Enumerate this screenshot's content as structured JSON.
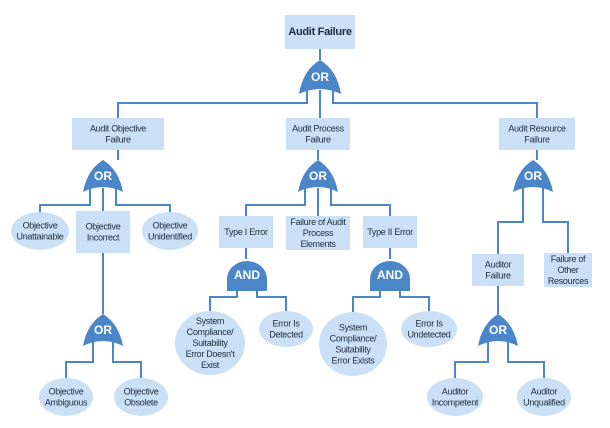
{
  "diagram": {
    "type": "fault-tree",
    "colors": {
      "box_fill": "#c9e0f7",
      "gate_fill": "#4a86c8",
      "wire": "#4a86c8",
      "text": "#1e2b3a"
    },
    "nodes": [
      {
        "id": "audit-failure",
        "kind": "box",
        "lines": [
          "Audit Failure"
        ],
        "title": true
      },
      {
        "id": "audit-objective-failure",
        "kind": "box",
        "lines": [
          "Audit Objective",
          "Failure"
        ]
      },
      {
        "id": "audit-process-failure",
        "kind": "box",
        "lines": [
          "Audit Process",
          "Failure"
        ]
      },
      {
        "id": "audit-resource-failure",
        "kind": "box",
        "lines": [
          "Audit Resource",
          "Failure"
        ]
      },
      {
        "id": "objective-unattainable",
        "kind": "ellipse",
        "lines": [
          "Objective",
          "Unattainable"
        ]
      },
      {
        "id": "objective-incorrect",
        "kind": "box",
        "lines": [
          "Objective",
          "Incorrect"
        ]
      },
      {
        "id": "objective-unidentified",
        "kind": "ellipse",
        "lines": [
          "Objective",
          "Unidentified"
        ]
      },
      {
        "id": "objective-ambiguous",
        "kind": "ellipse",
        "lines": [
          "Objective",
          "Ambiguous"
        ]
      },
      {
        "id": "objective-obsolete",
        "kind": "ellipse",
        "lines": [
          "Objective",
          "Obsolete"
        ]
      },
      {
        "id": "type-i-error",
        "kind": "box",
        "lines": [
          "Type I Error"
        ]
      },
      {
        "id": "failure-of-audit-process-elements",
        "kind": "box",
        "lines": [
          "Failure of Audit",
          "Process",
          "Elements"
        ]
      },
      {
        "id": "type-ii-error",
        "kind": "box",
        "lines": [
          "Type II Error"
        ]
      },
      {
        "id": "system-error-doesnt-exist",
        "kind": "ellipse",
        "lines": [
          "System",
          "Compliance/",
          "Suitability",
          "Error Doesn't",
          "Exist"
        ]
      },
      {
        "id": "error-is-detected",
        "kind": "ellipse",
        "lines": [
          "Error Is",
          "Detected"
        ]
      },
      {
        "id": "system-error-exists",
        "kind": "ellipse",
        "lines": [
          "System",
          "Compliance/",
          "Suitability",
          "Error Exists"
        ]
      },
      {
        "id": "error-is-undetected",
        "kind": "ellipse",
        "lines": [
          "Error Is",
          "Undetected"
        ]
      },
      {
        "id": "auditor-failure",
        "kind": "box",
        "lines": [
          "Auditor",
          "Failure"
        ]
      },
      {
        "id": "failure-of-other-resources",
        "kind": "box",
        "lines": [
          "Failure of",
          "Other",
          "Resources"
        ]
      },
      {
        "id": "auditor-incompetent",
        "kind": "ellipse",
        "lines": [
          "Auditor",
          "Incompetent"
        ]
      },
      {
        "id": "auditor-unqualified",
        "kind": "ellipse",
        "lines": [
          "Auditor",
          "Unqualified"
        ]
      }
    ],
    "gates": [
      {
        "id": "gate-top",
        "type": "OR",
        "parent": "audit-failure",
        "children": [
          "audit-objective-failure",
          "audit-process-failure",
          "audit-resource-failure"
        ]
      },
      {
        "id": "gate-objective",
        "type": "OR",
        "parent": "audit-objective-failure",
        "children": [
          "objective-unattainable",
          "objective-incorrect",
          "objective-unidentified"
        ]
      },
      {
        "id": "gate-incorrect",
        "type": "OR",
        "parent": "objective-incorrect",
        "children": [
          "objective-ambiguous",
          "objective-obsolete"
        ]
      },
      {
        "id": "gate-process",
        "type": "OR",
        "parent": "audit-process-failure",
        "children": [
          "type-i-error",
          "failure-of-audit-process-elements",
          "type-ii-error"
        ]
      },
      {
        "id": "gate-type1",
        "type": "AND",
        "parent": "type-i-error",
        "children": [
          "system-error-doesnt-exist",
          "error-is-detected"
        ]
      },
      {
        "id": "gate-type2",
        "type": "AND",
        "parent": "type-ii-error",
        "children": [
          "system-error-exists",
          "error-is-undetected"
        ]
      },
      {
        "id": "gate-resource",
        "type": "OR",
        "parent": "audit-resource-failure",
        "children": [
          "auditor-failure",
          "failure-of-other-resources"
        ]
      },
      {
        "id": "gate-auditor",
        "type": "OR",
        "parent": "auditor-failure",
        "children": [
          "auditor-incompetent",
          "auditor-unqualified"
        ]
      }
    ]
  }
}
